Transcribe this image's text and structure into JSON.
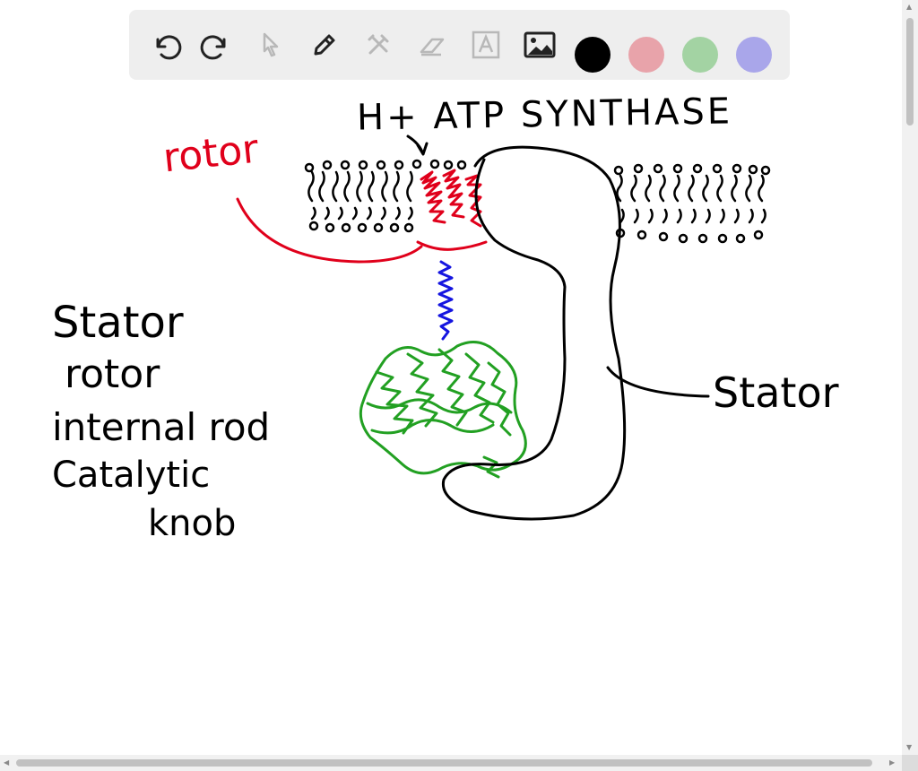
{
  "toolbar": {
    "tools": [
      "undo-icon",
      "redo-icon",
      "pointer-icon",
      "pen-icon",
      "tools-icon",
      "eraser-icon",
      "text-icon",
      "image-icon"
    ],
    "colors": {
      "black": "#000000",
      "red": "#e8a3aa",
      "green": "#a3d3a3",
      "blue": "#a9a6ea"
    }
  },
  "drawing": {
    "colors": {
      "ink": "#000000",
      "red": "#e0001b",
      "blue": "#1515e0",
      "green": "#22a022"
    },
    "labels": {
      "title": "H+ ATP SYNTHASE",
      "rotor_red": "rotor",
      "stator_right": "Stator",
      "list_stator": "Stator",
      "list_rotor": "rotor",
      "list_internal_rod": "internal rod",
      "list_catalytic": "Catalytic",
      "list_knob": "knob"
    }
  }
}
